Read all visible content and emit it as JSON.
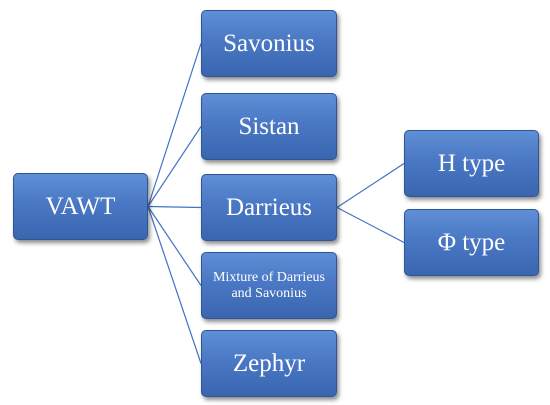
{
  "diagram": {
    "root": {
      "label": "VAWT"
    },
    "branches": [
      {
        "label": "Savonius"
      },
      {
        "label": "Sistan"
      },
      {
        "label": "Darrieus"
      },
      {
        "label": "Mixture of Darrieus and Savonius"
      },
      {
        "label": "Zephyr"
      }
    ],
    "darrieus_subtypes": [
      {
        "label": "H type"
      },
      {
        "label": "Φ type"
      }
    ],
    "colors": {
      "box_fill": "#4a78c4",
      "box_border": "#2f5597",
      "connector": "#4472c4",
      "text": "#ffffff"
    }
  }
}
